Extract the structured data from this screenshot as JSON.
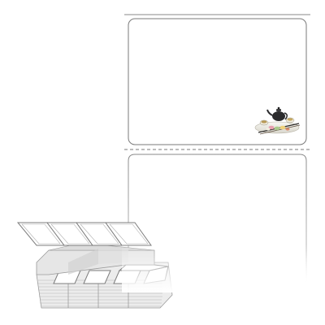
{
  "product": {
    "illustration": "fanfold-label-stack-icon",
    "label_sheet": {
      "labels_visible": 2,
      "perforation": "dashed",
      "sample_image": "tea-set-photo"
    }
  },
  "colors": {
    "background": "#ffffff",
    "outline": "#8a8a8a",
    "liner": "#ffffff",
    "stack_face": "#f2f2f2",
    "stack_edge": "#9a9a9a"
  }
}
